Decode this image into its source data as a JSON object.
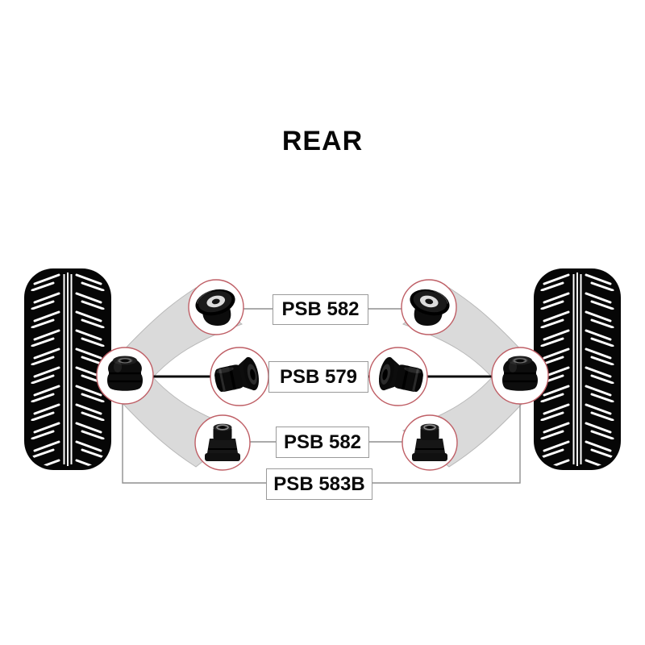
{
  "title": "REAR",
  "part_labels": {
    "upper_arm": "PSB 582",
    "anti_roll_bar": "PSB 579",
    "lower_arm": "PSB 582",
    "axle": "PSB 583B"
  },
  "bushings": [
    {
      "name": "top-left-bushing",
      "part": "PSB 582"
    },
    {
      "name": "top-right-bushing",
      "part": "PSB 582"
    },
    {
      "name": "tire-side-left-bushing",
      "part": "PSB 583B"
    },
    {
      "name": "center-left-bushing",
      "part": "PSB 579"
    },
    {
      "name": "center-right-bushing",
      "part": "PSB 579"
    },
    {
      "name": "tire-side-right-bushing",
      "part": "PSB 583B"
    },
    {
      "name": "lower-left-bushing",
      "part": "PSB 582"
    },
    {
      "name": "lower-right-bushing",
      "part": "PSB 582"
    }
  ],
  "colors": {
    "background": "#ffffff",
    "highlight_circle": "#bf5f66",
    "arm_fill": "#dadada",
    "arm_outline": "#b8b8b8",
    "connector_line": "#8f8f8f",
    "anti_roll_bar_line": "#0d0d0d",
    "tire": "#060606",
    "label_border": "#9a9a9a",
    "text": "#0a0a0a"
  }
}
